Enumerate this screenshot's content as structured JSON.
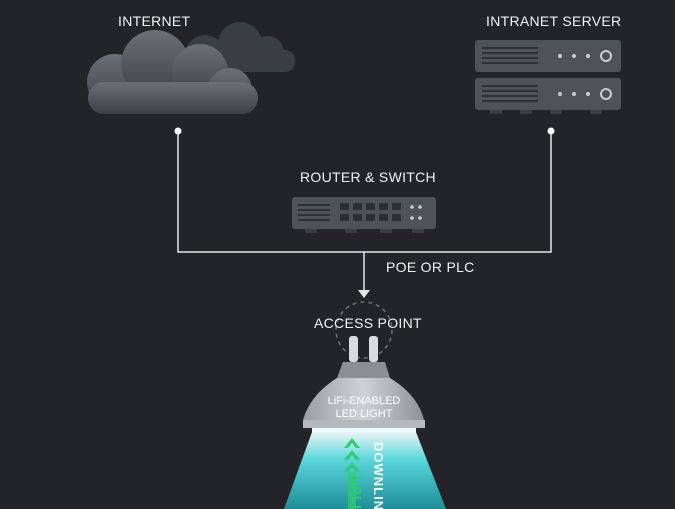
{
  "diagram": {
    "internet_label": "INTERNET",
    "intranet_label": "INTRANET SERVER",
    "router_label": "ROUTER & SWITCH",
    "connection_label": "POE OR PLC",
    "access_point_label": "ACCESS POINT",
    "lamp_label_line1": "LiFi-ENABLED",
    "lamp_label_line2": "LED LIGHT",
    "uplink_label": "UPLINK",
    "downlink_label": "DOWNLINK"
  },
  "colors": {
    "background": "#222427",
    "line": "#e6e6e6",
    "device": "#4e5358",
    "light_beam": "#37d0d8",
    "uplink_arrow": "#2ecc71"
  },
  "icons": [
    "cloud-icon",
    "server-icon",
    "router-icon",
    "led-bulb-icon"
  ]
}
